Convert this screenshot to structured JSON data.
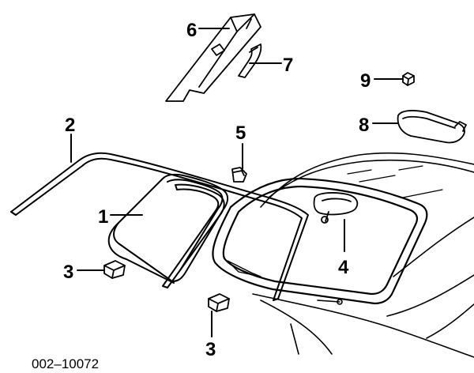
{
  "callouts": {
    "c1": "1",
    "c2": "2",
    "c3a": "3",
    "c3b": "3",
    "c4": "4",
    "c5": "5",
    "c6": "6",
    "c7": "7",
    "c8": "8",
    "c9": "9"
  },
  "diagram_code": "002–10072",
  "colors": {
    "ink": "#000000",
    "background": "#ffffff"
  }
}
